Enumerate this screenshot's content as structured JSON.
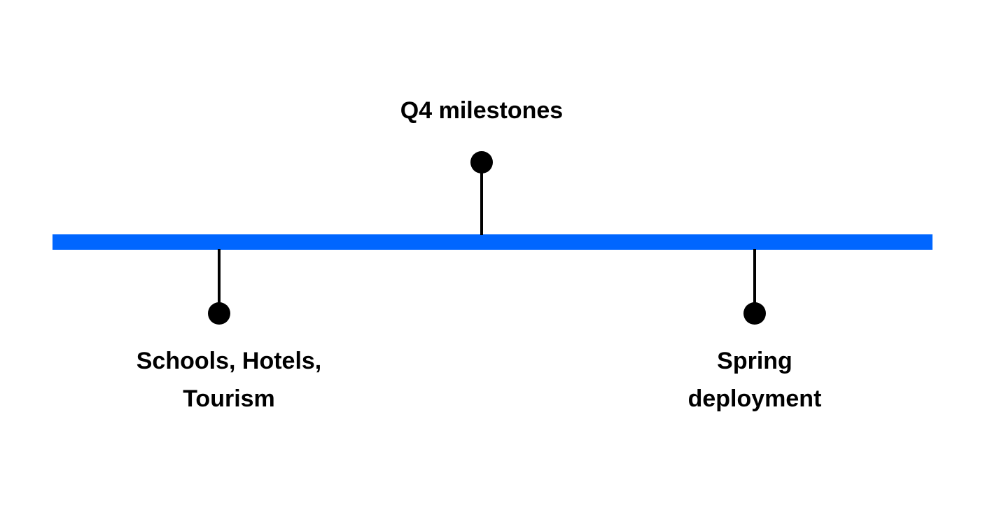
{
  "timeline": {
    "axis_color": "#0066ff",
    "events": [
      {
        "label": "Q4 milestones",
        "position": "above"
      },
      {
        "label": "Schools, Hotels,\nTourism",
        "line1": "Schools, Hotels,",
        "line2": "Tourism",
        "position": "below"
      },
      {
        "label": "Spring\ndeployment",
        "line1": "Spring",
        "line2": "deployment",
        "position": "below"
      }
    ]
  }
}
